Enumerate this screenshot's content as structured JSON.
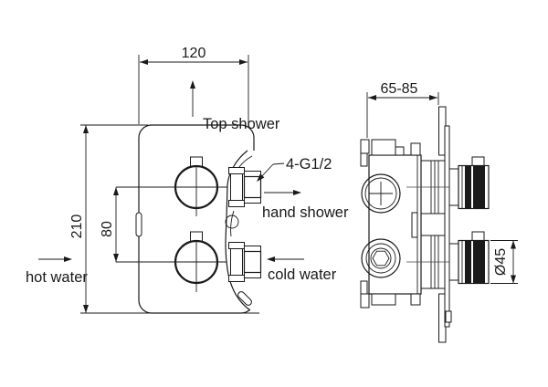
{
  "front_view": {
    "width_dim": "120",
    "height_dim": "210",
    "spacing_dim": "80",
    "top_shower_label": "Top shower",
    "thread_label": "4-G1/2",
    "hand_shower_label": "hand shower",
    "cold_water_label": "cold water",
    "hot_water_label": "hot water"
  },
  "side_view": {
    "depth_dim": "65-85",
    "diameter_dim": "Ø45"
  }
}
